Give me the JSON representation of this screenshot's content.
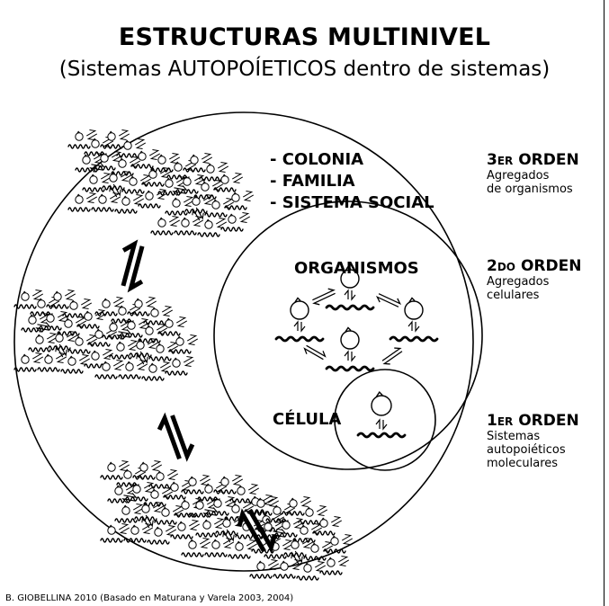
{
  "title": "ESTRUCTURAS MULTINIVEL",
  "subtitle": "(Sistemas AUTOPOÍETICOS dentro de sistemas)",
  "level3_list": [
    "- COLONIA",
    "- FAMILIA",
    "- SISTEMA SOCIAL"
  ],
  "organismos_label": "ORGANISMOS",
  "celula_label": "CÉLULA",
  "orders": [
    {
      "big": "3",
      "small": "ER",
      "word": "ORDEN",
      "desc1": "Agregados",
      "desc2": "de organismos",
      "desc3": ""
    },
    {
      "big": "2",
      "small": "DO",
      "word": "ORDEN",
      "desc1": "Agregados",
      "desc2": "celulares",
      "desc3": ""
    },
    {
      "big": "1",
      "small": "ER",
      "word": "ORDEN",
      "desc1": "Sistemas",
      "desc2": "autopoiéticos",
      "desc3": "moleculares"
    }
  ],
  "footer": "B. GIOBELLINA 2010 (Basado en Maturana y Varela 2003, 2004)"
}
